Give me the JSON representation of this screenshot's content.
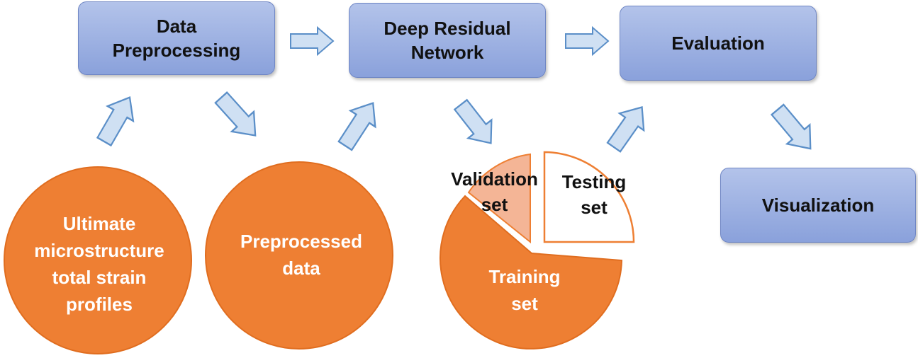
{
  "boxes": {
    "preprocessing": {
      "line1": "Data",
      "line2": "Preprocessing"
    },
    "network": {
      "line1": "Deep Residual",
      "line2": "Network"
    },
    "evaluation": {
      "label": "Evaluation"
    },
    "visualization": {
      "label": "Visualization"
    }
  },
  "circles": {
    "ultimate": {
      "line1": "Ultimate",
      "line2": "microstructure",
      "line3": "total strain",
      "line4": "profiles"
    },
    "preprocessed": {
      "line1": "Preprocessed",
      "line2": "data"
    }
  },
  "pie": {
    "training": {
      "line1": "Training",
      "line2": "set"
    },
    "validation": {
      "line1": "Validation",
      "line2": "set"
    },
    "testing": {
      "line1": "Testing",
      "line2": "set"
    }
  },
  "colors": {
    "box_fill": "#9fb3e4",
    "box_border": "#6f86c4",
    "arrow_fill": "#cfe0f3",
    "arrow_border": "#5b8fc8",
    "orange": "#ee7f33",
    "light_orange": "#f4b596"
  }
}
